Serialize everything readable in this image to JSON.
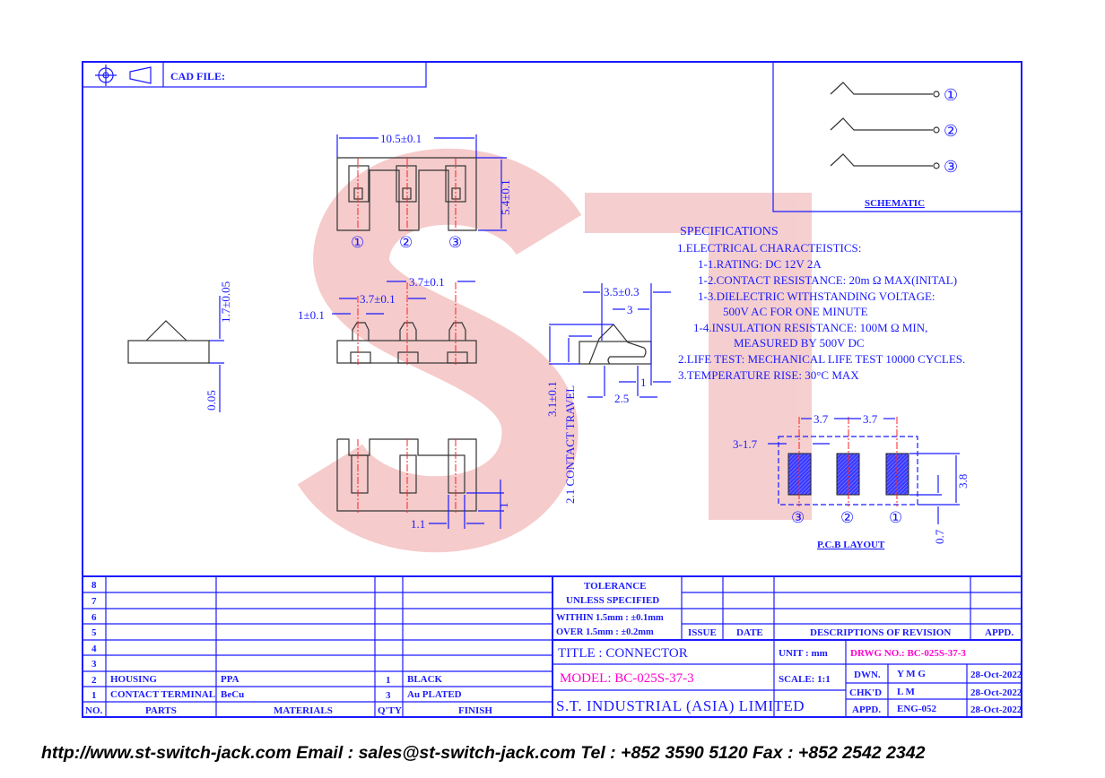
{
  "watermark": "ST",
  "header": {
    "cad_file_label": "CAD FILE:"
  },
  "schematic": {
    "label": "SCHEMATIC",
    "pins": [
      "①",
      "②",
      "③"
    ]
  },
  "top_view": {
    "width_dim": "10.5±0.1",
    "height_dim": "5.4±0.1",
    "pins": [
      "①",
      "②",
      "③"
    ]
  },
  "front_view": {
    "pitch_dim_1": "3.7±0.1",
    "pitch_dim_2": "3.7±0.1",
    "contact_width_dim": "1±0.1"
  },
  "bottom_view": {
    "pad_width_dim": "1.1",
    "pad_offset_dim": "1"
  },
  "left_view": {
    "height_dim": "1.7±0.05",
    "gap_dim": "0.05"
  },
  "side_view": {
    "length_dim": "3.5±0.3",
    "contact_dim": "3",
    "height_dim": "3.1±0.1",
    "travel_dim": "2.1 CONTACT TRAVEL",
    "offset_dim": "1",
    "base_dim": "2.5"
  },
  "specifications": {
    "title": "SPECIFICATIONS",
    "lines": [
      "1.ELECTRICAL  CHARACTEISTICS:",
      "1-1.RATING:  DC  12V  2A",
      "1-2.CONTACT  RESISTANCE:  20m Ω MAX(INITAL)",
      "1-3.DIELECTRIC  WITHSTANDING  VOLTAGE:",
      "500V  AC  FOR  ONE  MINUTE",
      "1-4.INSULATION  RESISTANCE:  100M Ω MIN,",
      "MEASURED  BY  500V  DC",
      "2.LIFE  TEST:  MECHANICAL  LIFE  TEST  10000  CYCLES.",
      "3.TEMPERATURE  RISE:  30°C  MAX"
    ]
  },
  "pcb_layout": {
    "label": "P.C.B LAYOUT",
    "pitch_1": "3.7",
    "pitch_2": "3.7",
    "pad_dim": "3-1.7",
    "pad_height": "3.8",
    "offset": "0.7",
    "pins": [
      "③",
      "②",
      "①"
    ]
  },
  "bom": {
    "headers": {
      "no": "NO.",
      "parts": "PARTS",
      "materials": "MATERIALS",
      "qty": "Q'TY",
      "finish": "FINISH"
    },
    "rows": [
      {
        "no": "8",
        "parts": "",
        "materials": "",
        "qty": "",
        "finish": ""
      },
      {
        "no": "7",
        "parts": "",
        "materials": "",
        "qty": "",
        "finish": ""
      },
      {
        "no": "6",
        "parts": "",
        "materials": "",
        "qty": "",
        "finish": ""
      },
      {
        "no": "5",
        "parts": "",
        "materials": "",
        "qty": "",
        "finish": ""
      },
      {
        "no": "4",
        "parts": "",
        "materials": "",
        "qty": "",
        "finish": ""
      },
      {
        "no": "3",
        "parts": "",
        "materials": "",
        "qty": "",
        "finish": ""
      },
      {
        "no": "2",
        "parts": "HOUSING",
        "materials": "PPA",
        "qty": "1",
        "finish": "BLACK"
      },
      {
        "no": "1",
        "parts": "CONTACT TERMINAL",
        "materials": "BeCu",
        "qty": "3",
        "finish": "Au PLATED"
      }
    ]
  },
  "tolerance": {
    "line1": "TOLERANCE",
    "line2": "UNLESS   SPECIFIED",
    "within": "WITHIN  1.5mm : ±0.1mm",
    "over": "OVER    1.5mm : ±0.2mm"
  },
  "revision": {
    "issue": "ISSUE",
    "date": "DATE",
    "desc": "DESCRIPTIONS  OF  REVISION",
    "appd": "APPD."
  },
  "title_block": {
    "title": "TITLE : CONNECTOR",
    "unit": "UNIT :   mm",
    "drwg_no": "DRWG  NO.: BC-025S-37-3",
    "model": "MODEL: BC-025S-37-3",
    "scale": "SCALE:   1:1",
    "company": "S.T.  INDUSTRIAL  (ASIA)  LIMITED",
    "dwn_label": "DWN.",
    "dwn_name": "Y M G",
    "dwn_date": "28-Oct-2022",
    "chkd_label": "CHK'D",
    "chkd_name": "L M",
    "chkd_date": "28-Oct-2022",
    "appd_label": "APPD.",
    "appd_name": "ENG-052",
    "appd_date": "28-Oct-2022"
  },
  "footer": "http://www.st-switch-jack.com  Email : sales@st-switch-jack.com  Tel : +852 3590 5120  Fax : +852 2542 2342",
  "colors": {
    "line": "#1a1aff",
    "highlight": "#ff00cc",
    "centerline": "#ff2020",
    "watermark": "#f0b0b0"
  }
}
